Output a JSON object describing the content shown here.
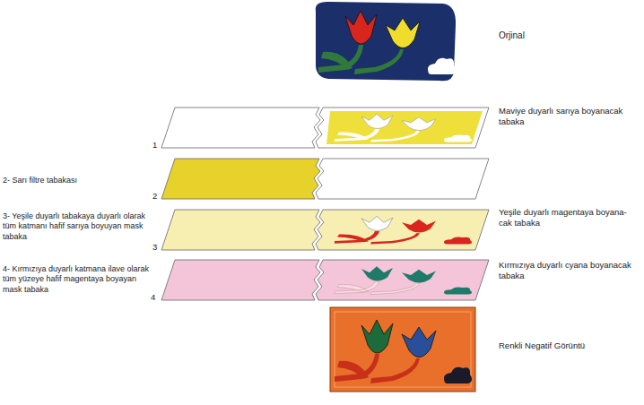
{
  "diagram": {
    "labels": [
      "Orjinal",
      "Maviye duyarlı sarıya boyanacak tabaka",
      "1",
      "2- Sarı filtre tabakası",
      "2",
      "3- Yeşile duyarlı tabakaya duyarlı olarak tüm katmanı hafif sarıya boyuyan mask tabaka",
      "Yeşile duyarlı magentaya boyana- cak tabaka",
      "3",
      "4- Kırmızıya duyarlı katmana ilave olarak tüm yüzeye hafif magentaya boyayan mask tabaka",
      "Kırmızıya duyarlı cyana boyanacak tabaka",
      "4",
      "Renkli Negatif Görüntü"
    ]
  }
}
